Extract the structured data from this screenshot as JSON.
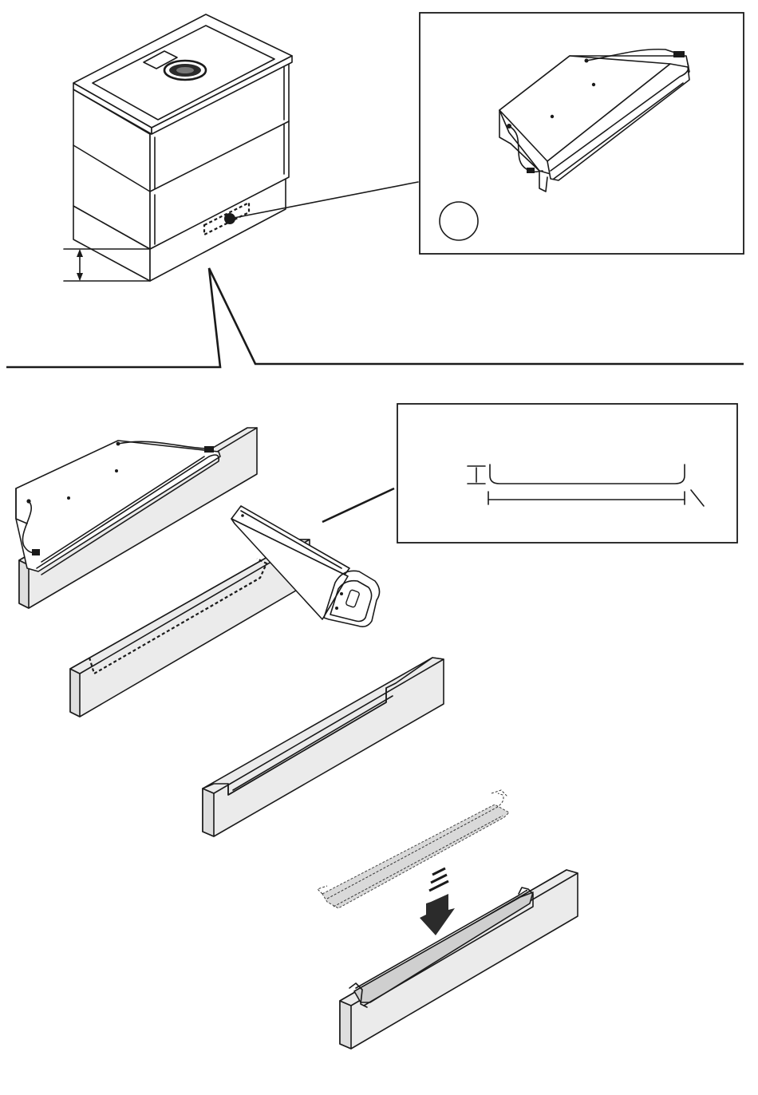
{
  "figure": {
    "description_free": true,
    "colors": {
      "line": "#1a1a1a",
      "panel": "#ebebeb",
      "panel_shade": "#dedede",
      "guide_fill": "#d9d9d9",
      "background": "#ffffff"
    },
    "icons": [
      "cabinet-with-hob",
      "extractor-unit",
      "callout-circle",
      "saw-icon",
      "plinth-panel",
      "cutout-guide",
      "down-arrow-icon"
    ]
  }
}
